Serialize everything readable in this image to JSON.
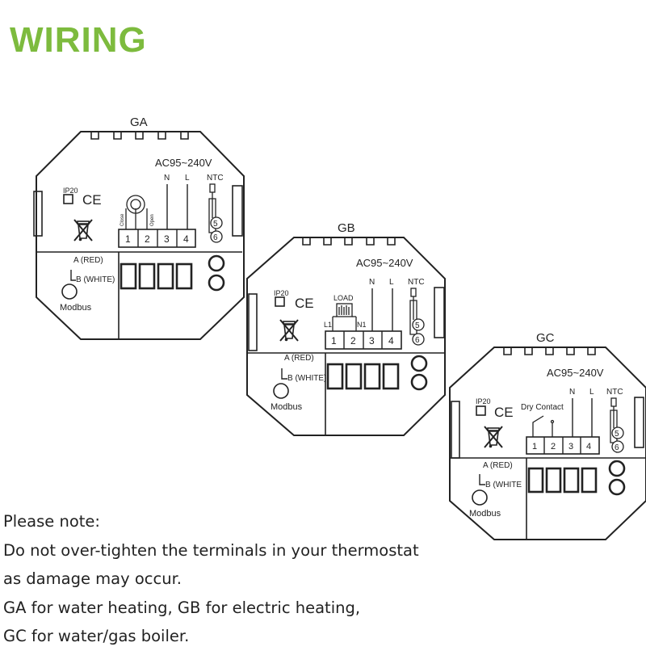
{
  "title": "WIRING",
  "colors": {
    "title": "#7dbb3e",
    "line": "#222222",
    "background": "#ffffff"
  },
  "units": [
    {
      "id": "GA",
      "label": "GA",
      "supply": "AC95~240V",
      "terminals": [
        "1",
        "2",
        "3",
        "4"
      ],
      "wire_labels": {
        "neutral": "N",
        "live": "L",
        "sensor": "NTC"
      },
      "sensor_terminals": [
        "5",
        "6"
      ],
      "load_labels": {
        "left": "Close",
        "right": "Open"
      },
      "ip_rating": "IP20",
      "ce_mark": "CE",
      "bus": {
        "a": "A (RED)",
        "b": "B (WHITE)",
        "name": "Modbus"
      }
    },
    {
      "id": "GB",
      "label": "GB",
      "supply": "AC95~240V",
      "terminals": [
        "1",
        "2",
        "3",
        "4"
      ],
      "wire_labels": {
        "neutral": "N",
        "live": "L",
        "sensor": "NTC"
      },
      "sensor_terminals": [
        "5",
        "6"
      ],
      "load_labels": {
        "load": "LOAD",
        "l1": "L1",
        "n1": "N1"
      },
      "ip_rating": "IP20",
      "ce_mark": "CE",
      "bus": {
        "a": "A (RED)",
        "b": "B (WHITE)",
        "name": "Modbus"
      }
    },
    {
      "id": "GC",
      "label": "GC",
      "supply": "AC95~240V",
      "terminals": [
        "1",
        "2",
        "3",
        "4"
      ],
      "wire_labels": {
        "neutral": "N",
        "live": "L",
        "sensor": "NTC"
      },
      "sensor_terminals": [
        "5",
        "6"
      ],
      "load_labels": {
        "dry": "Dry Contact"
      },
      "ip_rating": "IP20",
      "ce_mark": "CE",
      "bus": {
        "a": "A (RED)",
        "b": "B (WHITE",
        "name": "Modbus"
      }
    }
  ],
  "notes": [
    "Please note:",
    "Do not over-tighten the terminals in your thermostat",
    "as damage may occur.",
    "GA for water heating, GB for electric heating,",
    "GC for water/gas boiler."
  ]
}
